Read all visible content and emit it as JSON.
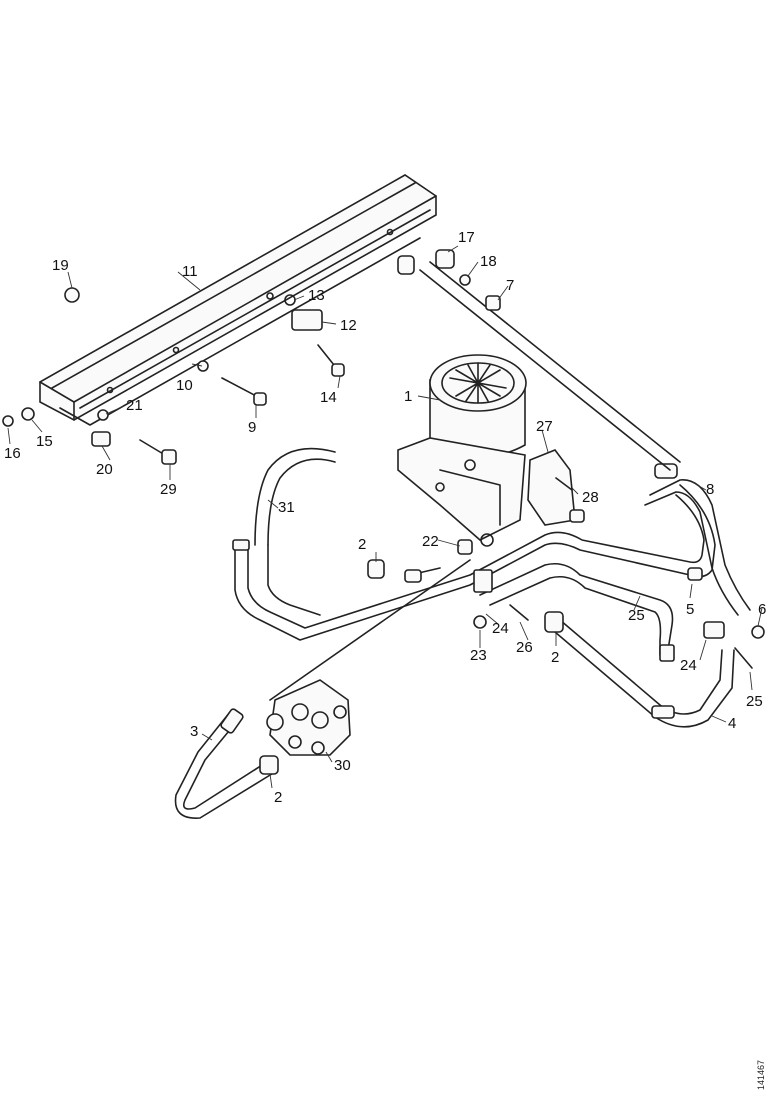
{
  "callouts": {
    "c1": "1",
    "c2a": "2",
    "c2b": "2",
    "c2c": "2",
    "c3": "3",
    "c4": "4",
    "c5": "5",
    "c6": "6",
    "c7": "7",
    "c8": "8",
    "c9": "9",
    "c10": "10",
    "c11": "11",
    "c12": "12",
    "c13": "13",
    "c14": "14",
    "c15": "15",
    "c16": "16",
    "c17": "17",
    "c18": "18",
    "c19": "19",
    "c20": "20",
    "c21": "21",
    "c22": "22",
    "c23": "23",
    "c24a": "24",
    "c24b": "24",
    "c25a": "25",
    "c25b": "25",
    "c26": "26",
    "c27": "27",
    "c28": "28",
    "c29": "29",
    "c30": "30",
    "c31": "31"
  },
  "drawing_code": "141467"
}
